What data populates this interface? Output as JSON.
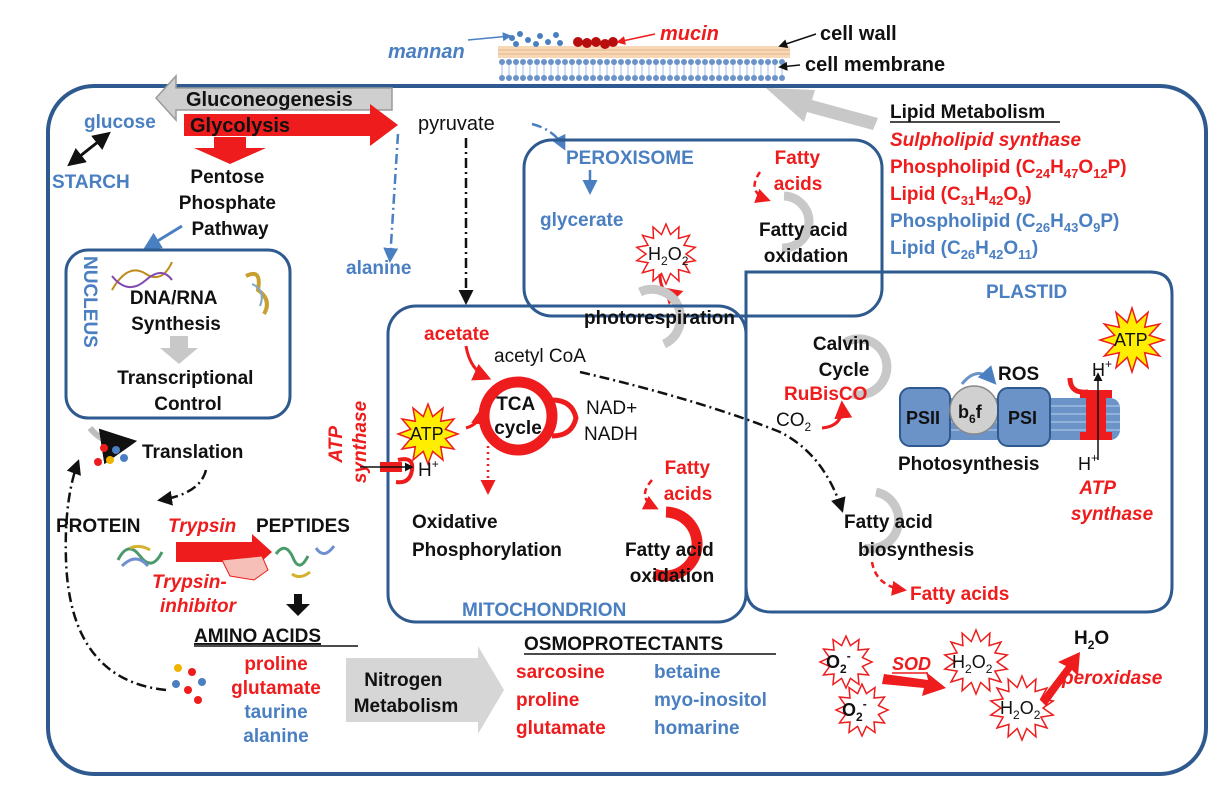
{
  "colors": {
    "red": "#ee1c1c",
    "blue": "#4a7fc1",
    "outline": "#2e5a8f",
    "gray_arrow": "#c8c8c8",
    "atp_yellow": "#ffee00",
    "membrane_orange": "#f2c49a",
    "membrane_blue": "#6b93c8"
  },
  "cell_surface": {
    "mannan": "mannan",
    "mucin": "mucin",
    "cell_wall": "cell wall",
    "cell_membrane": "cell membrane"
  },
  "cytoplasm": {
    "gluconeogenesis": "Gluconeogenesis",
    "glycolysis": "Glycolysis",
    "glucose": "glucose",
    "starch": "STARCH",
    "pyruvate": "pyruvate",
    "pentose_phosphate_pathway": [
      "Pentose",
      "Phosphate",
      "Pathway"
    ],
    "alanine_label": "alanine",
    "translation": "Translation",
    "protein": "PROTEIN",
    "trypsin": "Trypsin",
    "peptides": "PEPTIDES",
    "trypsin_inhibitor": [
      "Trypsin-",
      "inhibitor"
    ],
    "amino_acids_title": "AMINO ACIDS",
    "amino_acids": [
      {
        "name": "proline",
        "color": "red"
      },
      {
        "name": "glutamate",
        "color": "red"
      },
      {
        "name": "taurine",
        "color": "blue"
      },
      {
        "name": "alanine",
        "color": "blue"
      }
    ],
    "nitrogen_metabolism": [
      "Nitrogen",
      "Metabolism"
    ],
    "osmoprotectants_title": "OSMOPROTECTANTS",
    "osmoprotectants_red": [
      "sarcosine",
      "proline",
      "glutamate"
    ],
    "osmoprotectants_blue": [
      "betaine",
      "myo-inositol",
      "homarine"
    ],
    "atp_synthase_left": [
      "ATP",
      "synthase"
    ]
  },
  "lipid_metabolism": {
    "title": "Lipid Metabolism",
    "items": [
      {
        "pre": "Sulpholipid synthase",
        "color": "red",
        "italic": true
      },
      {
        "pre": "Phospholipid (C",
        "sub1": "24",
        "mid1": "H",
        "sub2": "47",
        "mid2": "O",
        "sub3": "12",
        "post": "P)",
        "color": "red"
      },
      {
        "pre": "Lipid (C",
        "sub1": "31",
        "mid1": "H",
        "sub2": "42",
        "mid2": "O",
        "sub3": "9",
        "post": ")",
        "color": "red"
      },
      {
        "pre": "Phospholipid (C",
        "sub1": "26",
        "mid1": "H",
        "sub2": "43",
        "mid2": "O",
        "sub3": "9",
        "post": "P)",
        "color": "blue"
      },
      {
        "pre": "Lipid (C",
        "sub1": "26",
        "mid1": "H",
        "sub2": "42",
        "mid2": "O",
        "sub3": "11",
        "post": ")",
        "color": "blue"
      }
    ]
  },
  "nucleus": {
    "label": "NUCLEUS",
    "dna_rna_synthesis": [
      "DNA/RNA",
      "Synthesis"
    ],
    "transcriptional_control": [
      "Transcriptional",
      "Control"
    ]
  },
  "peroxisome": {
    "label": "PEROXISOME",
    "glycerate": "glycerate",
    "h2o2": "H",
    "h2o2_sub": "2",
    "h2o2_o": "O",
    "fatty_acids": [
      "Fatty",
      "acids"
    ],
    "fatty_acid_oxidation": [
      "Fatty acid",
      "oxidation"
    ],
    "photorespiration": "photorespiration"
  },
  "mitochondrion": {
    "label": "MITOCHONDRION",
    "acetate": "acetate",
    "acetyl_coa": "acetyl CoA",
    "tca": [
      "TCA",
      "cycle"
    ],
    "nad": "NAD+",
    "nadh": "NADH",
    "atp": "ATP",
    "h_plus": "H",
    "oxidative_phosphorylation": [
      "Oxidative",
      "Phosphorylation"
    ],
    "fatty_acids": [
      "Fatty",
      "acids"
    ],
    "fatty_acid_oxidation": [
      "Fatty acid",
      "oxidation"
    ]
  },
  "plastid": {
    "label": "PLASTID",
    "calvin_cycle": [
      "Calvin",
      "Cycle"
    ],
    "rubisco": "RuBisCO",
    "co2": "CO",
    "co2_sub": "2",
    "ros": "ROS",
    "atp": "ATP",
    "psii": "PSII",
    "b6f": "b",
    "b6f_sub": "6",
    "b6f_f": "f",
    "psi": "PSI",
    "h_plus": "H",
    "photosynthesis": "Photosynthesis",
    "atp_synthase": [
      "ATP",
      "synthase"
    ],
    "fatty_acid_biosynthesis": [
      "Fatty acid",
      "biosynthesis"
    ],
    "fatty_acids": "Fatty acids"
  },
  "ros_detox": {
    "o2": "O",
    "o2_sub": "2",
    "o2_sup": "-",
    "sod": "SOD",
    "h2o2": "H",
    "h2o2_sub": "2",
    "h2o2_o": "O",
    "h2o": "H",
    "h2o_sub": "2",
    "h2o_o": "O",
    "peroxidase": "peroxidase"
  }
}
